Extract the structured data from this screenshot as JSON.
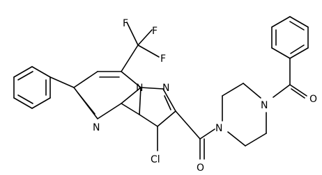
{
  "structure": {
    "atoms": {
      "F1": "F",
      "F2": "F",
      "F3": "F",
      "N1": "N",
      "N2": "N",
      "N3": "N",
      "N4": "N",
      "N5": "N",
      "Cl": "Cl",
      "O1": "O",
      "O2": "O"
    },
    "colors": {
      "bond": "#000000",
      "label": "#000000",
      "background": "#ffffff"
    }
  }
}
